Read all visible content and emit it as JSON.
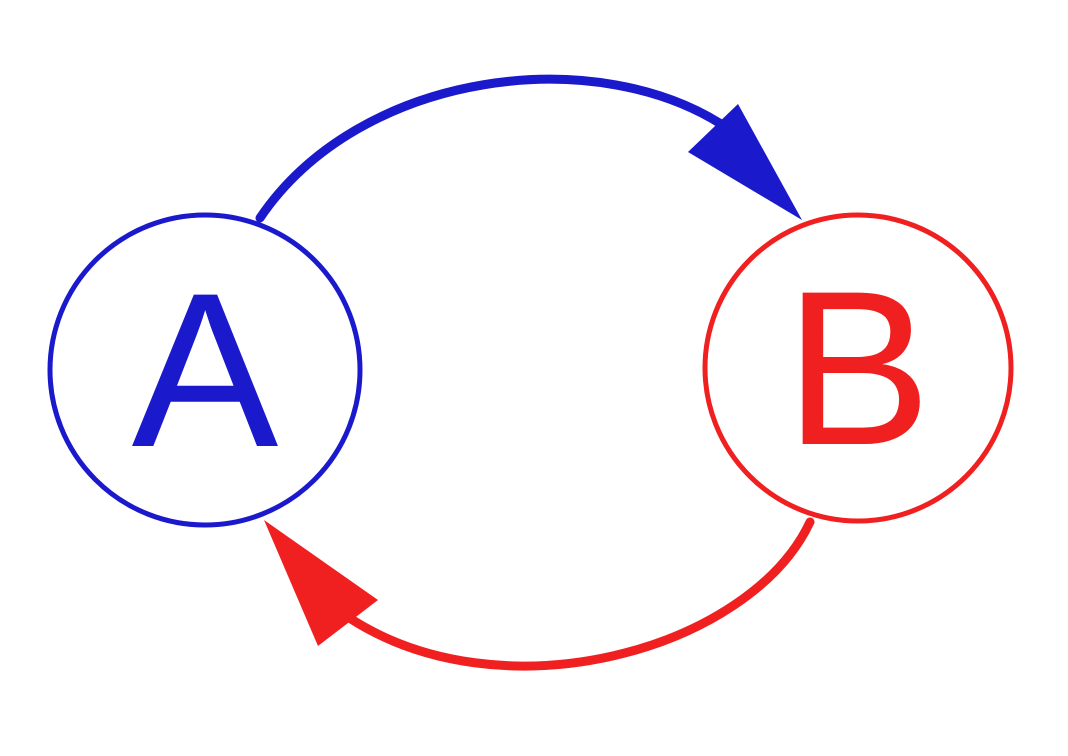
{
  "nodes": {
    "a": {
      "label": "A",
      "color": "#1a1acc"
    },
    "b": {
      "label": "B",
      "color": "#f02020"
    }
  },
  "edges": [
    {
      "from": "A",
      "to": "B",
      "color": "#1a1acc"
    },
    {
      "from": "B",
      "to": "A",
      "color": "#f02020"
    }
  ]
}
